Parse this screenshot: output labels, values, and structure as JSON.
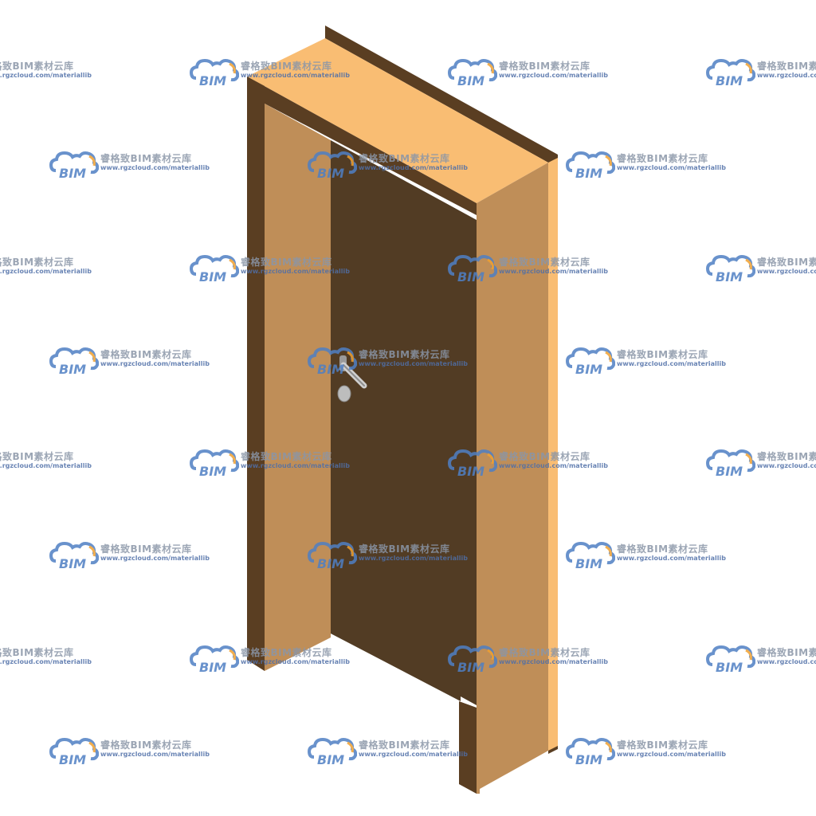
{
  "scene": {
    "subject": "door-3d-model",
    "colors": {
      "background": "#ffffff",
      "frame_top": "#f9bd73",
      "frame_front": "#bf8e58",
      "frame_edge": "#5a3e22",
      "leaf_face": "#523c24",
      "handle": "#c8c8c8",
      "watermark_logo": "#4f7fc4",
      "watermark_accent": "#f0a030"
    }
  },
  "watermark": {
    "logo_text": "BIM",
    "title": "睿格致BIM素材云库",
    "url": "www.rgzcloud.com/materiallib",
    "icon": "cloud-icon"
  }
}
